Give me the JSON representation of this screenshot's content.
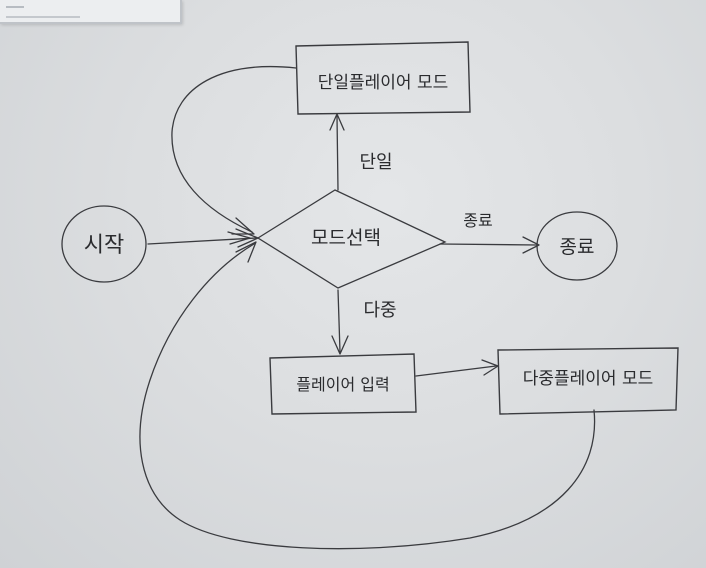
{
  "nodes": {
    "start": "시작",
    "mode_select": "모드선택",
    "end": "종료",
    "single_play": "단일플레이어 모드",
    "player_input": "플레이어 입력",
    "multi_play": "다중플레이어 모드"
  },
  "edges": {
    "single": "단일",
    "multi": "다중",
    "quit": "종료"
  }
}
